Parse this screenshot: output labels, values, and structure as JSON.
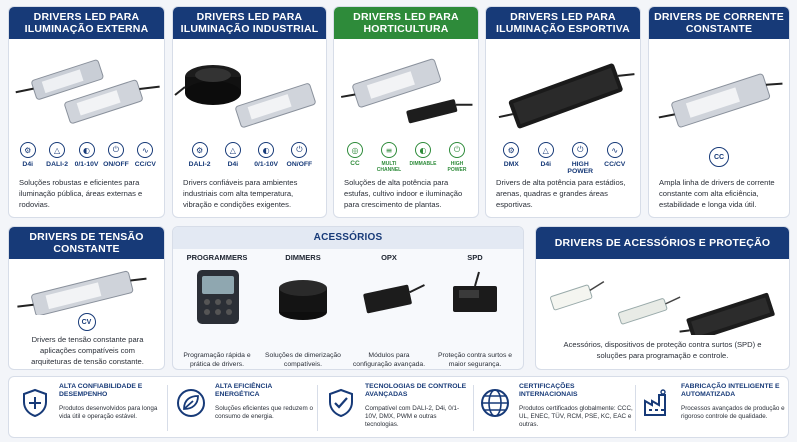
{
  "cards": {
    "externa": {
      "title": "DRIVERS LED PARA ILUMINAÇÃO EXTERNA",
      "features": [
        "D4i",
        "DALI-2",
        "0/1-10V",
        "ON/OFF",
        "CC/CV"
      ],
      "desc": "Soluções robustas e eficientes para iluminação pública, áreas externas e rodovias."
    },
    "industrial": {
      "title": "DRIVERS LED PARA ILUMINAÇÃO INDUSTRIAL",
      "features": [
        "DALI-2",
        "D4i",
        "0/1-10V",
        "ON/OFF"
      ],
      "desc": "Drivers confiáveis para ambientes industriais com alta temperatura, vibração e condições exigentes."
    },
    "horticultura": {
      "title": "DRIVERS LED PARA HORTICULTURA",
      "features": [
        "CC",
        "MULTI CHANNEL",
        "DIMMABLE",
        "HIGH POWER"
      ],
      "desc": "Soluções de alta potência para estufas, cultivo indoor e iluminação para crescimento de plantas."
    },
    "esportiva": {
      "title": "DRIVERS LED PARA ILUMINAÇÃO ESPORTIVA",
      "features": [
        "DMX",
        "D4i",
        "HIGH POWER",
        "CC/CV"
      ],
      "desc": "Drivers de alta potência para estádios, arenas, quadras e grandes áreas esportivas."
    },
    "corrente": {
      "title": "DRIVERS DE CORRENTE CONSTANTE",
      "features": [
        "CC"
      ],
      "desc": "Ampla linha de drivers de corrente constante com alta eficiência, estabilidade e longa vida útil."
    },
    "tensao": {
      "title": "DRIVERS DE TENSÃO CONSTANTE",
      "features": [
        "CV"
      ],
      "desc": "Drivers de tensão constante para aplicações compatíveis com arquiteturas de tensão constante."
    },
    "protecao": {
      "title": "DRIVERS DE ACESSÓRIOS E PROTEÇÃO",
      "desc": "Acessórios, dispositivos de proteção contra surtos (SPD) e soluções para programação e controle."
    }
  },
  "acessorios": {
    "title": "ACESSÓRIOS",
    "items": [
      {
        "title": "PROGRAMMERS",
        "desc": "Programação rápida e prática de drivers."
      },
      {
        "title": "DIMMERS",
        "desc": "Soluções de dimerização compatíveis."
      },
      {
        "title": "OPX",
        "desc": "Módulos para configuração avançada."
      },
      {
        "title": "SPD",
        "desc": "Proteção contra surtos e maior segurança."
      }
    ]
  },
  "benefits": [
    {
      "title": "ALTA CONFIABILIDADE E DESEMPENHO",
      "desc": "Produtos desenvolvidos para longa vida útil e operação estável.",
      "icon": "shield-plus-icon"
    },
    {
      "title": "ALTA EFICIÊNCIA ENERGÉTICA",
      "desc": "Soluções eficientes que reduzem o consumo de energia.",
      "icon": "leaf-icon"
    },
    {
      "title": "TECNOLOGIAS DE CONTROLE AVANÇADAS",
      "desc": "Compatível com DALI-2, D4i, 0/1-10V, DMX, PWM e outras tecnologias.",
      "icon": "shield-check-icon"
    },
    {
      "title": "CERTIFICAÇÕES INTERNACIONAIS",
      "desc": "Produtos certificados globalmente: CCC, UL, ENEC, TÜV, RCM, PSE, KC, EAC e outras.",
      "icon": "globe-icon"
    },
    {
      "title": "FABRICAÇÃO INTELIGENTE E AUTOMATIZADA",
      "desc": "Processos avançados de produção e rigoroso controle de qualidade.",
      "icon": "factory-icon"
    }
  ],
  "colors": {
    "navy": "#173a78",
    "green": "#2e8b3a"
  }
}
